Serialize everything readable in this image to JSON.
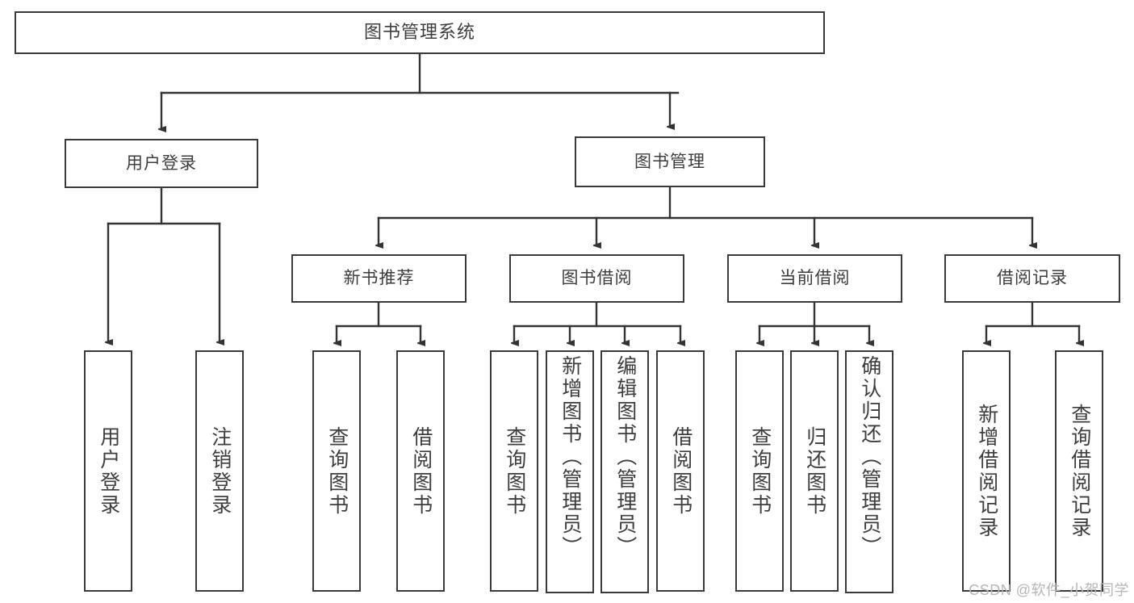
{
  "diagram": {
    "title": "图书管理系统",
    "type": "hierarchy-tree",
    "watermark": "CSDN @软件_小贺同学",
    "colors": {
      "box_border": "#3a3a3a",
      "box_fill": "#ffffff",
      "connector": "#333333",
      "text": "#3d3d3d",
      "watermark": "#b6b6b6"
    },
    "root": {
      "label": "图书管理系统"
    },
    "level1": [
      {
        "id": "user-login",
        "label": "用户登录"
      },
      {
        "id": "book-manage",
        "label": "图书管理"
      }
    ],
    "level2": [
      {
        "id": "new-book-recommend",
        "label": "新书推荐",
        "parent": "book-manage"
      },
      {
        "id": "book-borrow",
        "label": "图书借阅",
        "parent": "book-manage"
      },
      {
        "id": "current-borrow",
        "label": "当前借阅",
        "parent": "book-manage"
      },
      {
        "id": "borrow-record",
        "label": "借阅记录",
        "parent": "book-manage"
      }
    ],
    "leaves": {
      "user-login": [
        {
          "id": "leaf-user-login",
          "label": "用户登录"
        },
        {
          "id": "leaf-user-logout",
          "label": "注销登录"
        }
      ],
      "new-book-recommend": [
        {
          "id": "leaf-query-book-1",
          "label": "查询图书"
        },
        {
          "id": "leaf-borrow-book-1",
          "label": "借阅图书"
        }
      ],
      "book-borrow": [
        {
          "id": "leaf-query-book-2",
          "label": "查询图书"
        },
        {
          "id": "leaf-add-book",
          "label": "新增图书（管理员）"
        },
        {
          "id": "leaf-edit-book",
          "label": "编辑图书（管理员）"
        },
        {
          "id": "leaf-borrow-book-2",
          "label": "借阅图书"
        }
      ],
      "current-borrow": [
        {
          "id": "leaf-query-book-3",
          "label": "查询图书"
        },
        {
          "id": "leaf-return-book",
          "label": "归还图书"
        },
        {
          "id": "leaf-confirm-return",
          "label": "确认归还（管理员）"
        }
      ],
      "borrow-record": [
        {
          "id": "leaf-add-record",
          "label": "新增借阅记录"
        },
        {
          "id": "leaf-query-record",
          "label": "查询借阅记录"
        }
      ]
    }
  }
}
